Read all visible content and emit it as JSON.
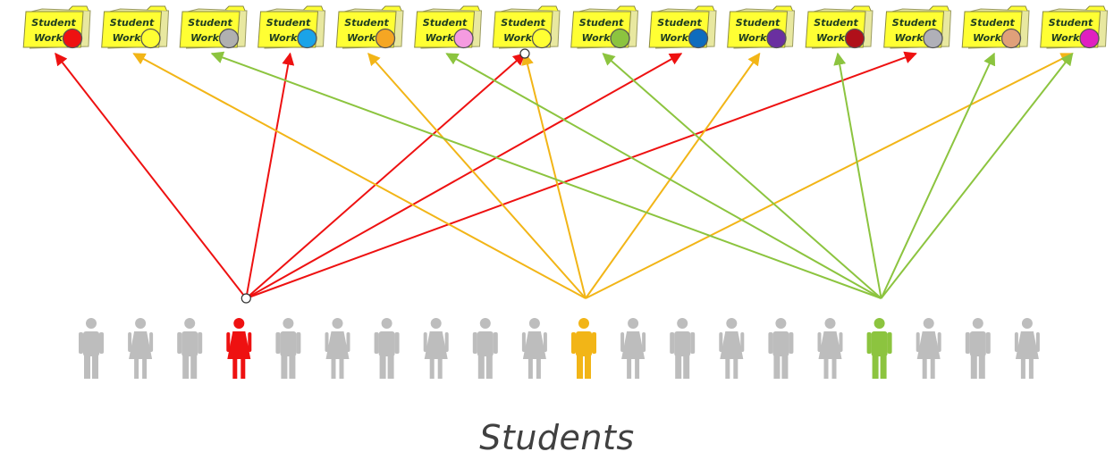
{
  "caption": "Students",
  "colors": {
    "red": "#ee1111",
    "orange": "#f2b517",
    "green": "#8cc43f",
    "grey": "#bdbdbd",
    "folder_fill": "#ffff33",
    "folder_back": "#e8e8a0"
  },
  "folders": [
    {
      "line1": "Student",
      "line2": "Work",
      "dot": "#ee1111"
    },
    {
      "line1": "Student",
      "line2": "Work",
      "dot": "#ffff33"
    },
    {
      "line1": "Student",
      "line2": "Work",
      "dot": "#b0b0b0"
    },
    {
      "line1": "Student",
      "line2": "Work",
      "dot": "#1aa3e8"
    },
    {
      "line1": "Student",
      "line2": "Work",
      "dot": "#f5a623"
    },
    {
      "line1": "Student",
      "line2": "Work",
      "dot": "#f59be0"
    },
    {
      "line1": "Student",
      "line2": "Work",
      "dot": "#ffff33"
    },
    {
      "line1": "Student",
      "line2": "Work",
      "dot": "#8cc43f"
    },
    {
      "line1": "Student",
      "line2": "Work",
      "dot": "#0f6cbd"
    },
    {
      "line1": "Student",
      "line2": "Work",
      "dot": "#6a2fa0"
    },
    {
      "line1": "Student",
      "line2": "Work",
      "dot": "#b0101a"
    },
    {
      "line1": "Student",
      "line2": "Work",
      "dot": "#b0b0b8"
    },
    {
      "line1": "Student",
      "line2": "Work",
      "dot": "#e0a07a"
    },
    {
      "line1": "Student",
      "line2": "Work",
      "dot": "#e020c0"
    }
  ],
  "students": [
    {
      "gender": "male",
      "color": "grey"
    },
    {
      "gender": "female",
      "color": "grey"
    },
    {
      "gender": "male",
      "color": "grey"
    },
    {
      "gender": "female",
      "color": "red"
    },
    {
      "gender": "male",
      "color": "grey"
    },
    {
      "gender": "female",
      "color": "grey"
    },
    {
      "gender": "male",
      "color": "grey"
    },
    {
      "gender": "female",
      "color": "grey"
    },
    {
      "gender": "male",
      "color": "grey"
    },
    {
      "gender": "female",
      "color": "grey"
    },
    {
      "gender": "male",
      "color": "orange"
    },
    {
      "gender": "female",
      "color": "grey"
    },
    {
      "gender": "male",
      "color": "grey"
    },
    {
      "gender": "female",
      "color": "grey"
    },
    {
      "gender": "male",
      "color": "grey"
    },
    {
      "gender": "female",
      "color": "grey"
    },
    {
      "gender": "male",
      "color": "green"
    },
    {
      "gender": "female",
      "color": "grey"
    },
    {
      "gender": "male",
      "color": "grey"
    },
    {
      "gender": "female",
      "color": "grey"
    }
  ],
  "connections": [
    {
      "from_student": 3,
      "color": "red",
      "to_folders": [
        0,
        3,
        6,
        8,
        11
      ]
    },
    {
      "from_student": 10,
      "color": "orange",
      "to_folders": [
        1,
        4,
        6,
        9,
        13
      ]
    },
    {
      "from_student": 16,
      "color": "green",
      "to_folders": [
        2,
        5,
        7,
        10,
        12,
        13
      ]
    }
  ]
}
